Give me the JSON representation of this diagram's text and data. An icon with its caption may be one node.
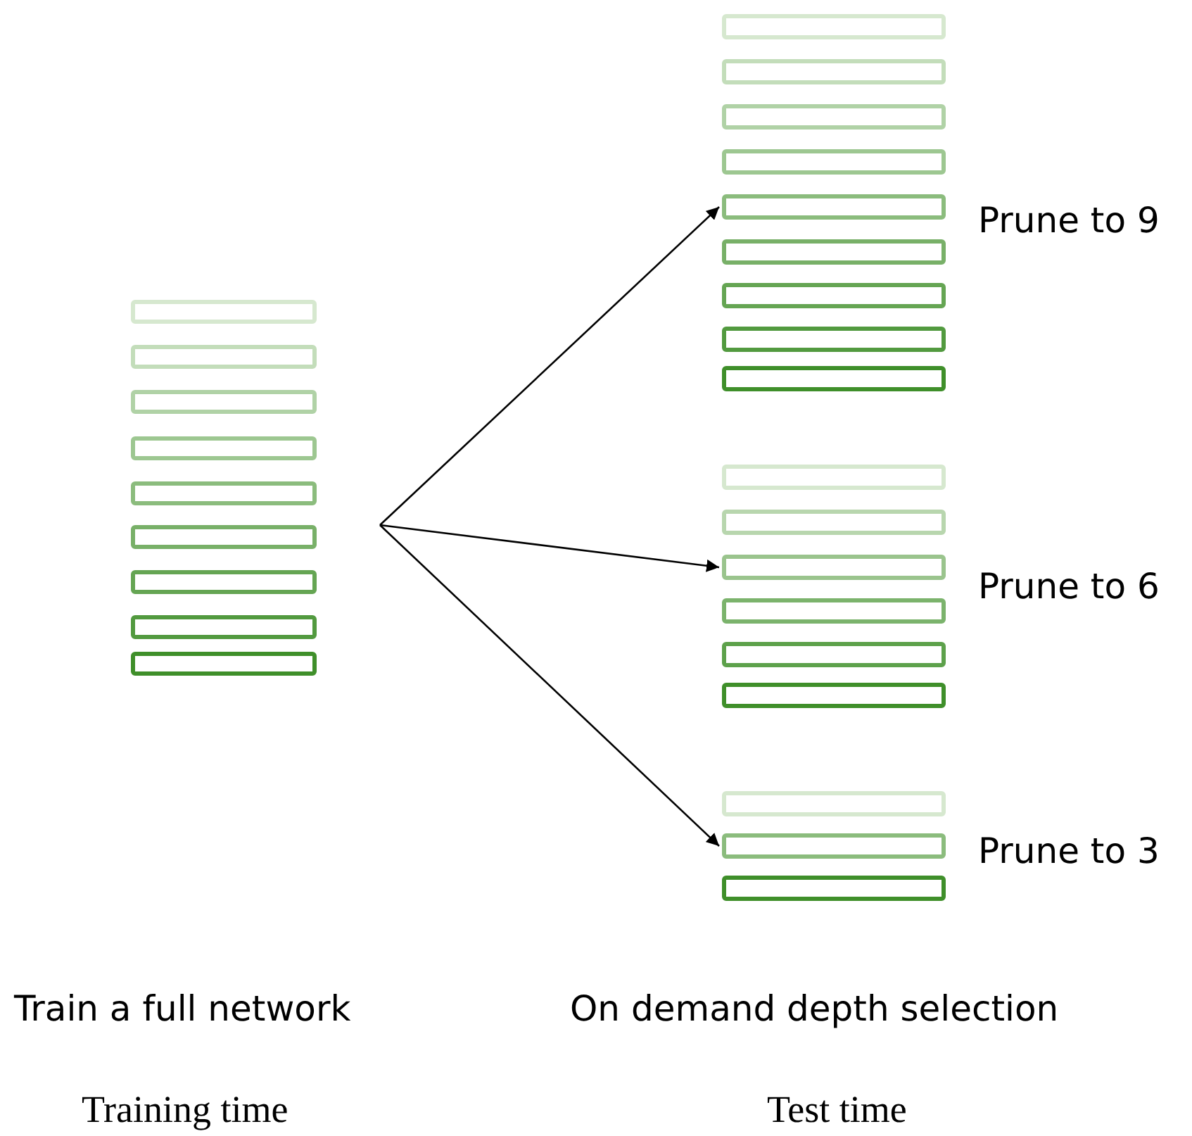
{
  "diagram": {
    "nodes": [
      {
        "text": [],
        "shape": "bar"
      },
      {
        "text": [],
        "shape": "bar"
      },
      {
        "text": [],
        "shape": "bar"
      },
      {
        "text": [],
        "shape": "bar"
      },
      {
        "text": [],
        "shape": "bar"
      },
      {
        "text": [],
        "shape": "bar"
      },
      {
        "text": [],
        "shape": "bar"
      },
      {
        "text": [],
        "shape": "bar"
      },
      {
        "text": [],
        "shape": "bar"
      },
      {
        "text": [],
        "shape": "bar"
      },
      {
        "text": [],
        "shape": "bar"
      },
      {
        "text": [],
        "shape": "bar"
      },
      {
        "text": [],
        "shape": "bar"
      },
      {
        "text": [],
        "shape": "bar"
      },
      {
        "text": [],
        "shape": "bar"
      },
      {
        "text": [],
        "shape": "bar"
      },
      {
        "text": [],
        "shape": "bar"
      },
      {
        "text": [],
        "shape": "bar"
      },
      {
        "text": [],
        "shape": "bar"
      },
      {
        "text": [],
        "shape": "bar"
      },
      {
        "text": [],
        "shape": "bar"
      },
      {
        "text": [],
        "shape": "bar"
      },
      {
        "text": [],
        "shape": "bar"
      },
      {
        "text": [],
        "shape": "bar"
      },
      {
        "text": [],
        "shape": "bar"
      },
      {
        "text": [],
        "shape": "bar"
      },
      {
        "text": [],
        "shape": "bar"
      }
    ],
    "edges": [
      {
        "from": null,
        "to": 13,
        "arrow": "to"
      },
      {
        "from": null,
        "to": 20,
        "arrow": "to"
      },
      {
        "from": null,
        "to": 25,
        "arrow": "to"
      }
    ],
    "labels": [
      "Prune to 9",
      "Prune to 6",
      "Prune to 3",
      "Train a full network",
      "On demand depth selection",
      "Training time",
      "Test time"
    ]
  }
}
